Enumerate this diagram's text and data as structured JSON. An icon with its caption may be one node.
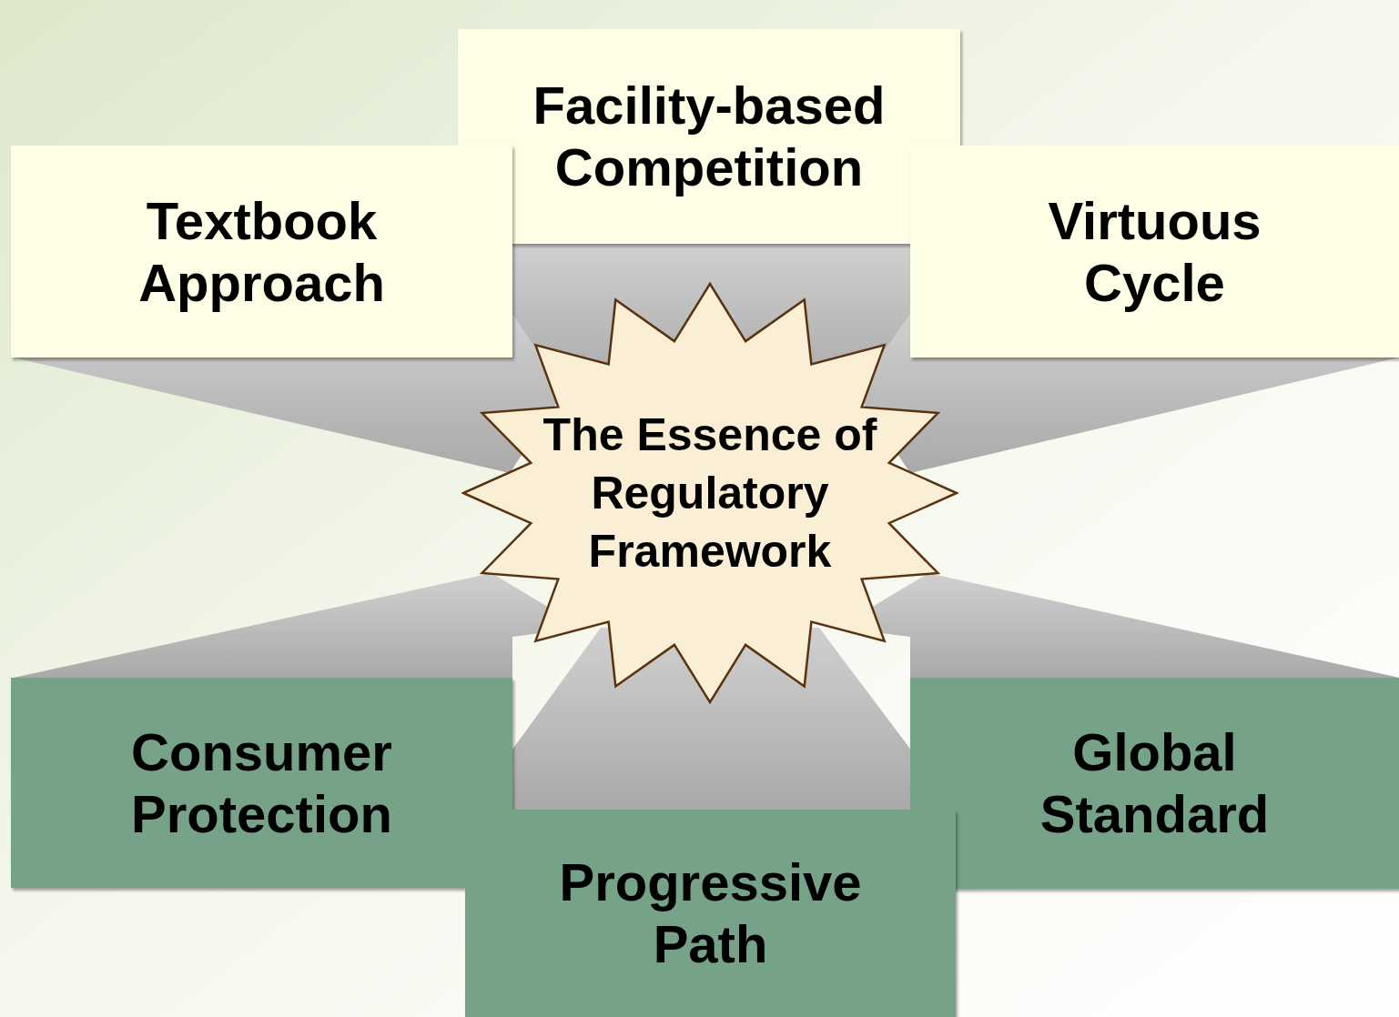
{
  "diagram": {
    "nodes": [
      {
        "text": [
          "Facility-based Competition"
        ]
      },
      {
        "text": [
          "Textbook Approach"
        ]
      },
      {
        "text": [
          "Virtuous Cycle"
        ]
      },
      {
        "text": [
          "The Essence of Regulatory Framework"
        ]
      },
      {
        "text": [
          "Consumer Protection"
        ]
      },
      {
        "text": [
          "Global Standard"
        ]
      },
      {
        "text": [
          "Progressive Path"
        ]
      }
    ],
    "edges": [
      {
        "from": 3,
        "to": 0,
        "arrow": "none",
        "style": "thick"
      },
      {
        "from": 3,
        "to": 1,
        "arrow": "none",
        "style": "thick"
      },
      {
        "from": 3,
        "to": 2,
        "arrow": "none",
        "style": "thick"
      },
      {
        "from": 3,
        "to": 4,
        "arrow": "none",
        "style": "thick"
      },
      {
        "from": 3,
        "to": 5,
        "arrow": "none",
        "style": "thick"
      },
      {
        "from": 3,
        "to": 6,
        "arrow": "none",
        "style": "thick"
      }
    ]
  }
}
